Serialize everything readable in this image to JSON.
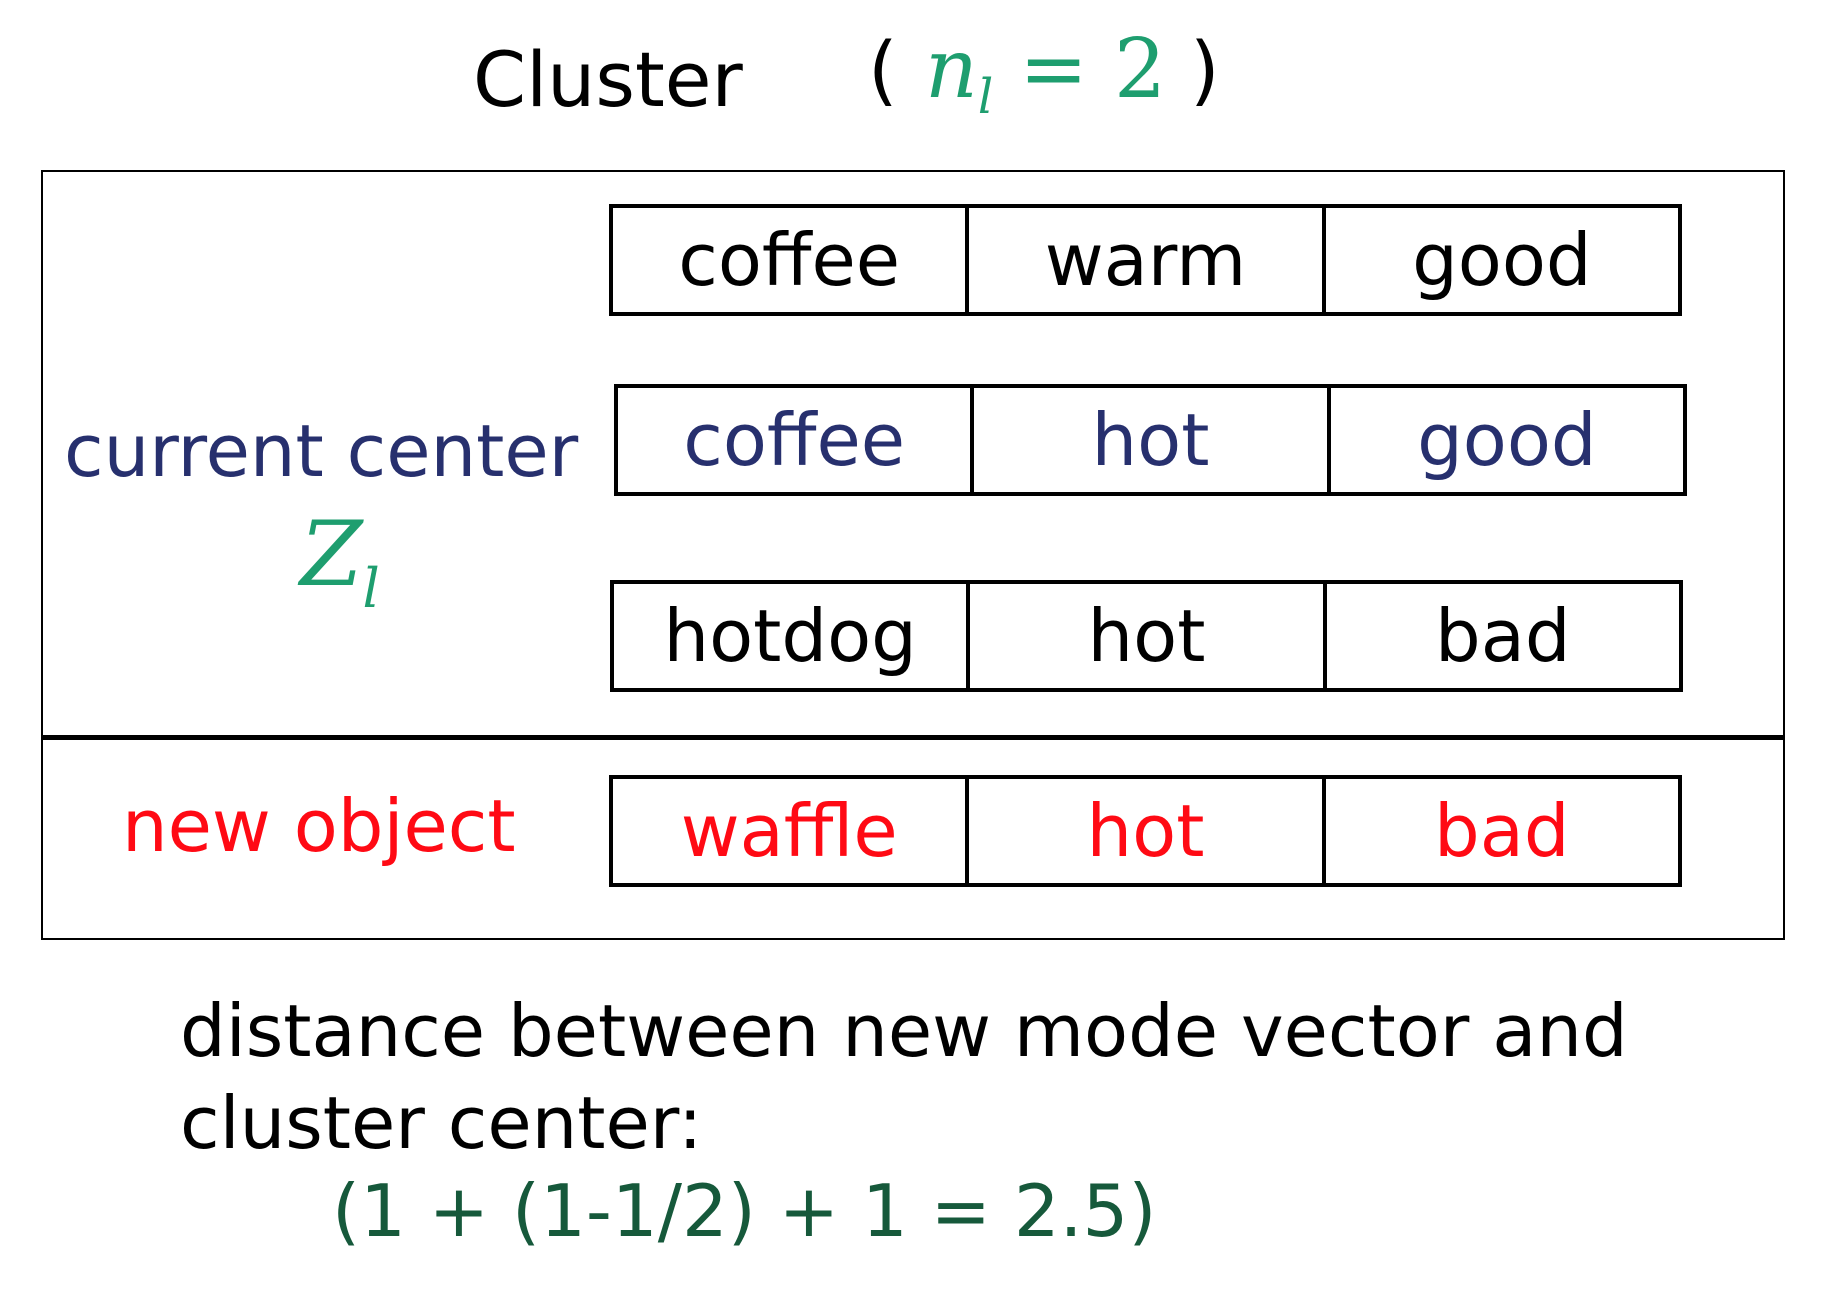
{
  "title": {
    "label": "Cluster",
    "open_paren": "(",
    "count_symbol": "n",
    "count_subscript": "l",
    "count_equals": "= 2",
    "close_paren": ")"
  },
  "center": {
    "label": "current center",
    "symbol": "Z",
    "symbol_subscript": "l"
  },
  "cluster_rows": [
    [
      "coffee",
      "warm",
      "good"
    ],
    [
      "coffee",
      "hot",
      "good"
    ],
    [
      "hotdog",
      "hot",
      "bad"
    ]
  ],
  "new_object": {
    "label": "new object",
    "values": [
      "waffle",
      "hot",
      "bad"
    ]
  },
  "caption": {
    "line1": "distance between new mode vector and",
    "line2": "cluster center:"
  },
  "formula": "(1 + (1-1/2) + 1 = 2.5)",
  "colors": {
    "center": "#27306e",
    "new_object": "#ff0a14",
    "math_symbol": "#1e9e6f",
    "formula": "#16593b"
  }
}
